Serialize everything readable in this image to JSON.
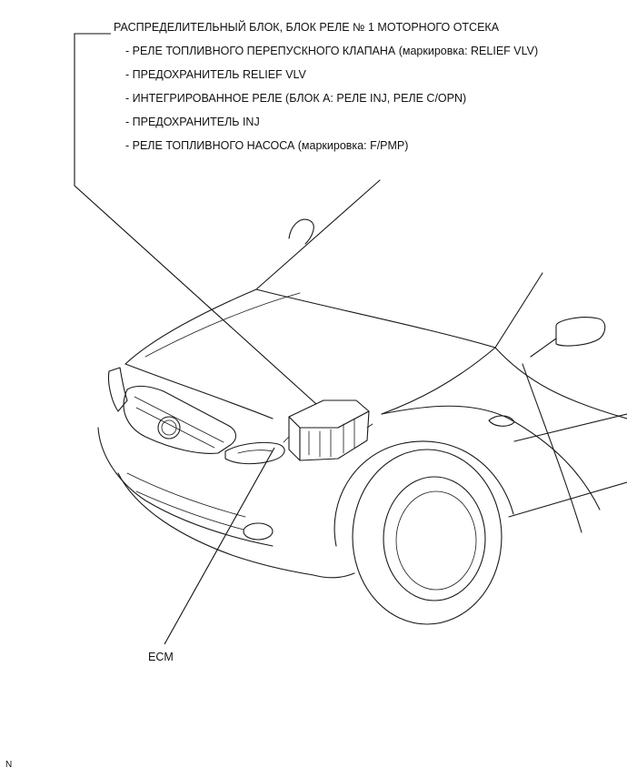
{
  "callout_relay_block": {
    "title": "РАСПРЕДЕЛИТЕЛЬНЫЙ БЛОК, БЛОК РЕЛЕ № 1 МОТОРНОГО ОТСЕКА",
    "items": [
      "- РЕЛЕ ТОПЛИВНОГО ПЕРЕПУСКНОГО КЛАПАНА (маркировка: RELIEF VLV)",
      "- ПРЕДОХРАНИТЕЛЬ RELIEF VLV",
      "- ИНТЕГРИРОВАННОЕ РЕЛЕ (БЛОК А: РЕЛЕ INJ, РЕЛЕ C/OPN)",
      "- ПРЕДОХРАНИТЕЛЬ INJ",
      "- РЕЛЕ ТОПЛИВНОГО НАСОСА (маркировка: F/PMP)"
    ]
  },
  "callout_ecm": {
    "label": "ECM"
  },
  "figure_code": "N",
  "colors": {
    "line": "#1a1a1a",
    "background": "#ffffff"
  }
}
